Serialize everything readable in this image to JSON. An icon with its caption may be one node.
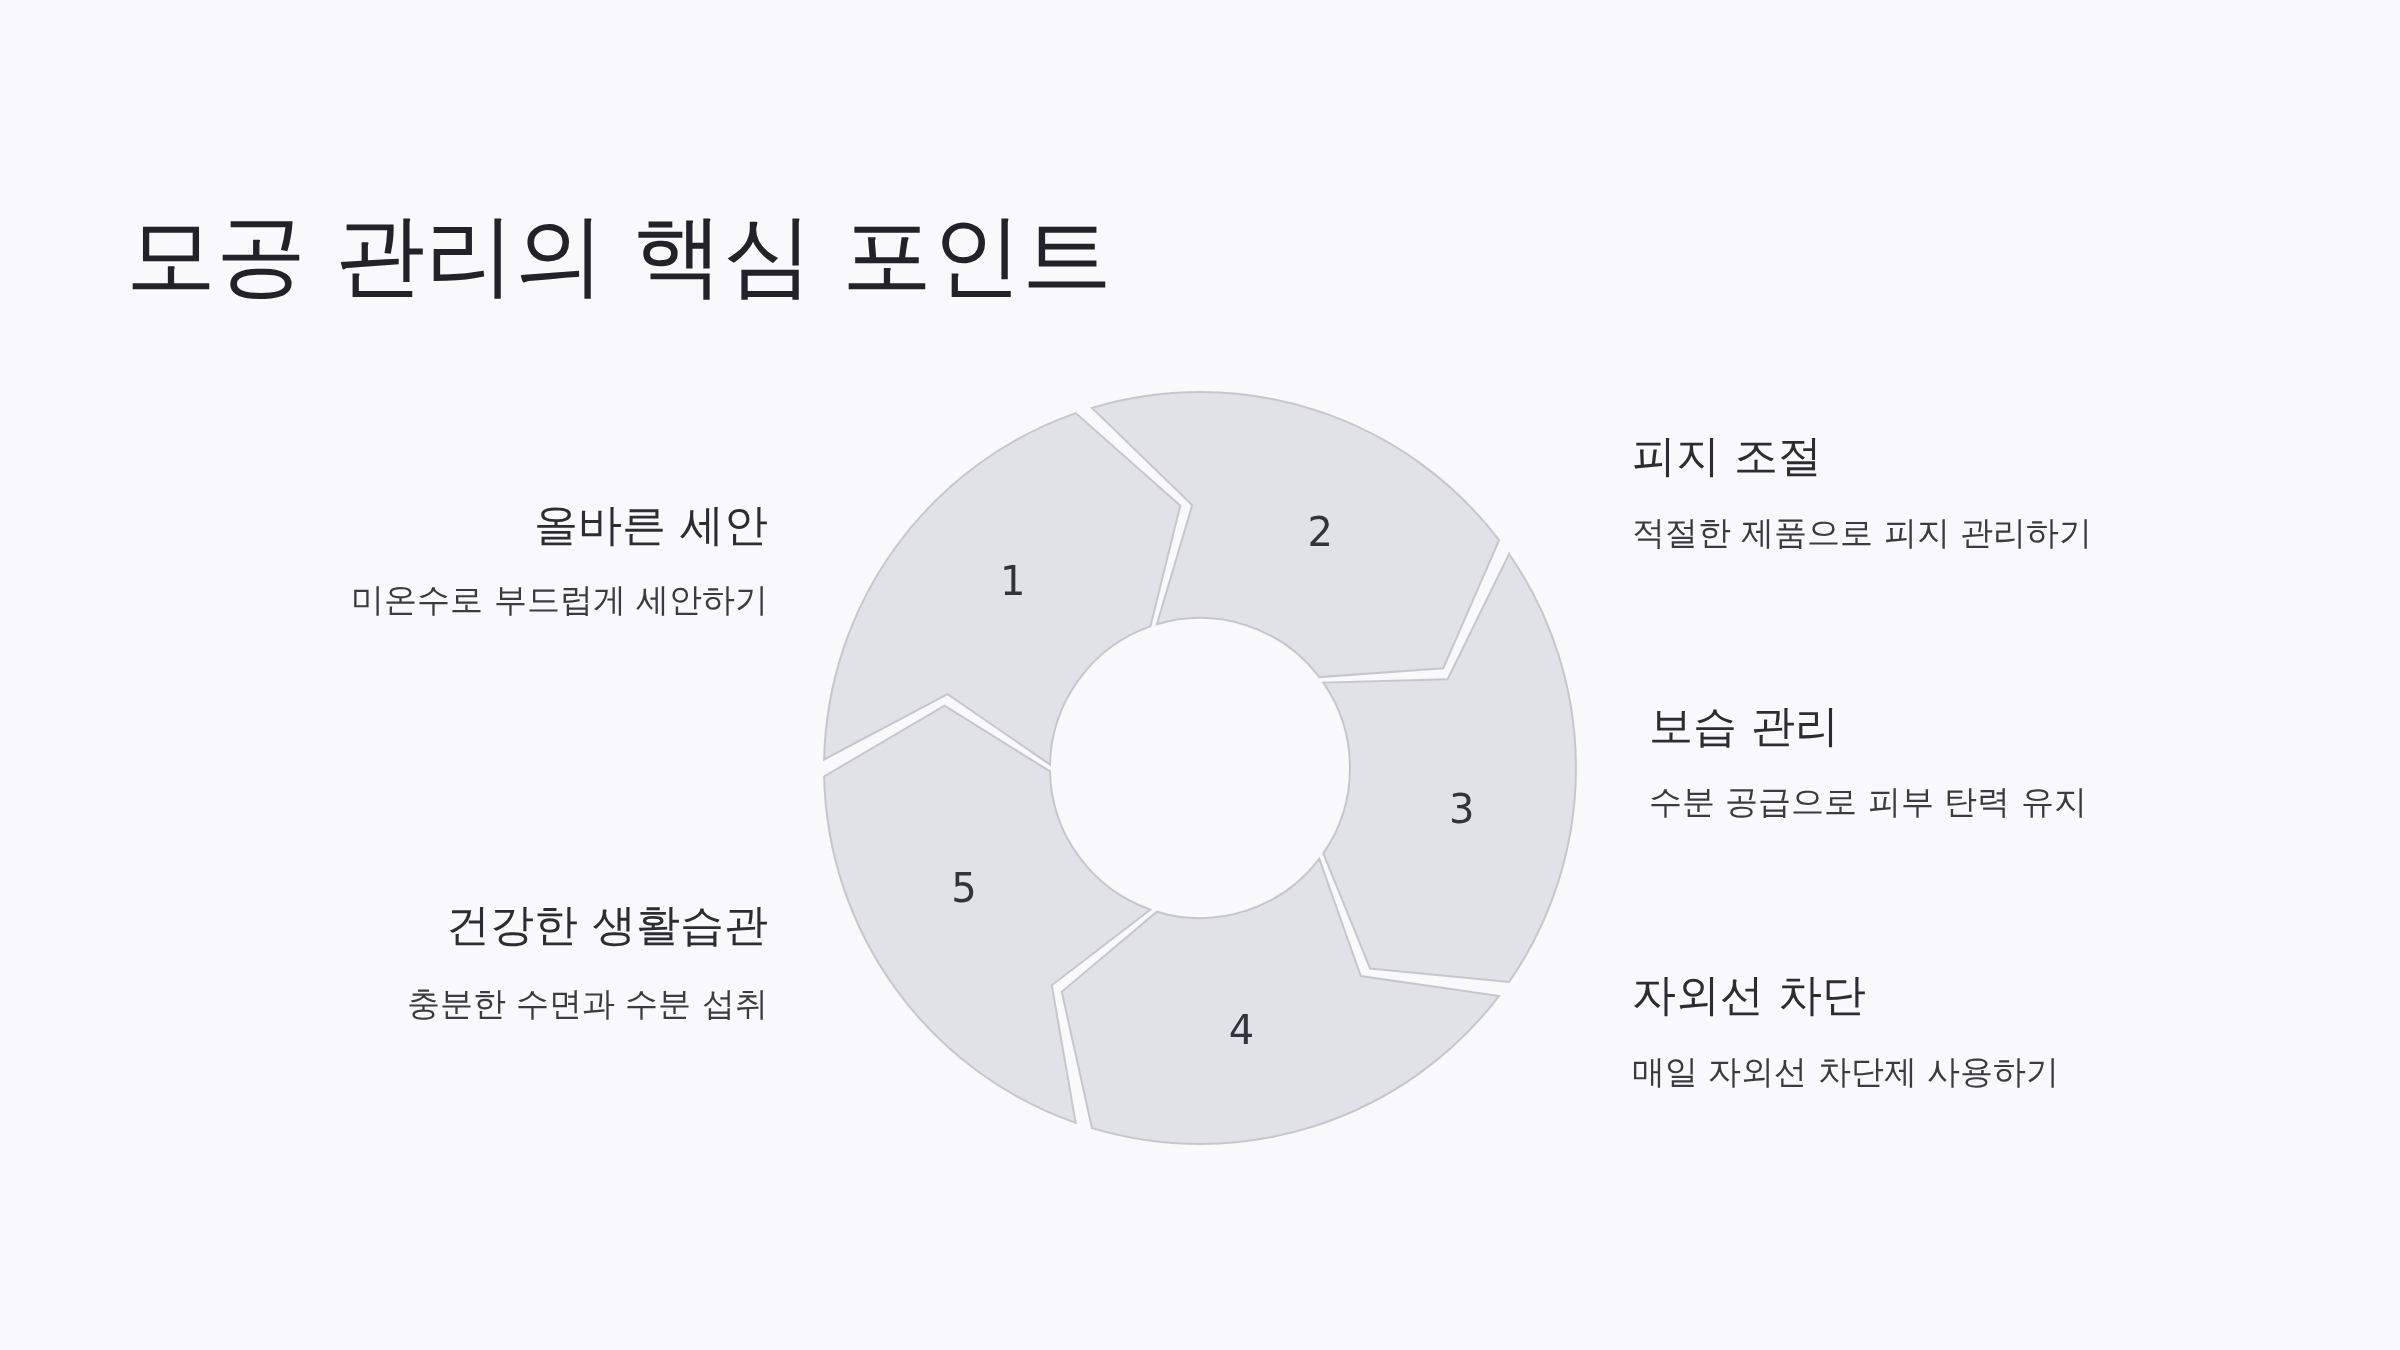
{
  "diagram": {
    "title": "모공 관리의 핵심 포인트",
    "nodes": [
      {
        "text": [
          "1"
        ],
        "beside": [
          "올바른 세안",
          "미온수로 부드럽게 세안하기"
        ]
      },
      {
        "text": [
          "2"
        ],
        "beside": [
          "피지 조절",
          "적절한 제품으로 피지 관리하기"
        ]
      },
      {
        "text": [
          "3"
        ],
        "beside": [
          "보습 관리",
          "수분 공급으로 피부 탄력 유지"
        ]
      },
      {
        "text": [
          "4"
        ],
        "beside": [
          "자외선 차단",
          "매일 자외선 차단제 사용하기"
        ]
      },
      {
        "text": [
          "5"
        ],
        "beside": [
          "건강한 생활습관",
          "충분한 수면과 수분 섭취"
        ]
      }
    ]
  }
}
